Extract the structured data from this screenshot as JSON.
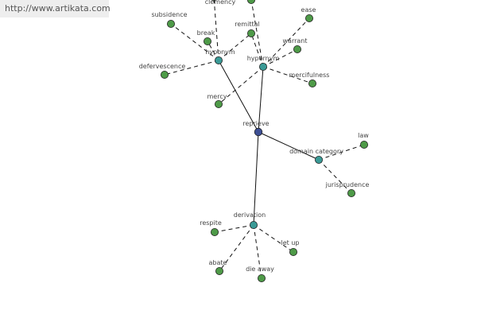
{
  "watermark": "http://www.artikata.com",
  "colors": {
    "root": "#3d4f94",
    "relation": "#3a9a96",
    "leaf": "#4e9a48"
  },
  "root": {
    "id": "reprieve",
    "label": "reprieve"
  },
  "relations": [
    {
      "id": "hyponym",
      "label": "hyponym"
    },
    {
      "id": "hypernym",
      "label": "hypernym"
    },
    {
      "id": "domain_category",
      "label": "domain category"
    },
    {
      "id": "derivation",
      "label": "derivation"
    }
  ],
  "leaves": [
    {
      "id": "clemency",
      "label": "clemency",
      "rel": "hyponym"
    },
    {
      "id": "subsidence",
      "label": "subsidence",
      "rel": "hyponym"
    },
    {
      "id": "break",
      "label": "break",
      "rel": "hyponym"
    },
    {
      "id": "remittal",
      "label": "remittal",
      "rel": "hyponym"
    },
    {
      "id": "defervescence",
      "label": "defervescence",
      "rel": "hyponym"
    },
    {
      "id": "ease",
      "label": "ease",
      "rel": "hypernym"
    },
    {
      "id": "warrant",
      "label": "warrant",
      "rel": "hypernym"
    },
    {
      "id": "mercifulness",
      "label": "mercifulness",
      "rel": "hypernym"
    },
    {
      "id": "mercy",
      "label": "mercy",
      "rel": "hypernym"
    },
    {
      "id": "law",
      "label": "law",
      "rel": "domain_category"
    },
    {
      "id": "jurisprudence",
      "label": "jurisprudence",
      "rel": "domain_category"
    },
    {
      "id": "respite",
      "label": "respite",
      "rel": "derivation"
    },
    {
      "id": "let_up",
      "label": "let up",
      "rel": "derivation"
    },
    {
      "id": "abate",
      "label": "abate",
      "rel": "derivation"
    },
    {
      "id": "die_away",
      "label": "die away",
      "rel": "derivation"
    }
  ],
  "extra_edges": [
    {
      "from": "hypernym",
      "to": "remittal"
    },
    {
      "from": "hypernym",
      "to": "top_stub"
    }
  ]
}
